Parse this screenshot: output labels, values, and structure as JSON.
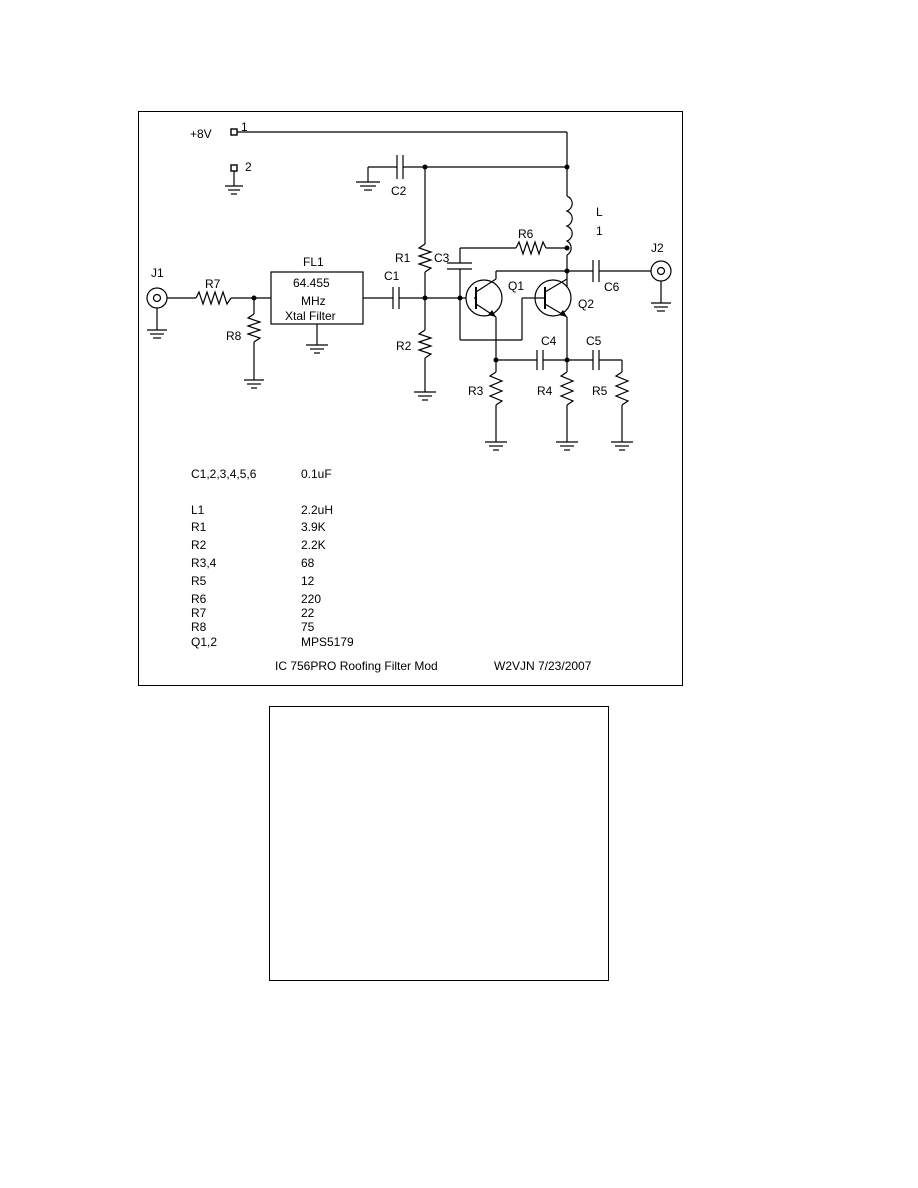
{
  "components": {
    "supply_label": "+8V",
    "pin1": "1",
    "pin2": "2",
    "C2": "C2",
    "L": "L",
    "L_num": "1",
    "R6": "R6",
    "R1": "R1",
    "C3": "C3",
    "J1": "J1",
    "J2": "J2",
    "R7": "R7",
    "FL1": "FL1",
    "fl_line1": "64.455",
    "fl_line2": "MHz",
    "fl_line3": "Xtal Filter",
    "C1": "C1",
    "Q1": "Q1",
    "Q2": "Q2",
    "C6": "C6",
    "R8": "R8",
    "R2": "R2",
    "C4": "C4",
    "C5": "C5",
    "R3": "R3",
    "R4": "R4",
    "R5": "R5"
  },
  "parts_list": [
    {
      "ref": "C1,2,3,4,5,6",
      "value": "0.1uF"
    },
    {
      "ref": "L1",
      "value": "2.2uH"
    },
    {
      "ref": "R1",
      "value": "3.9K"
    },
    {
      "ref": "R2",
      "value": "2.2K"
    },
    {
      "ref": "R3,4",
      "value": "68"
    },
    {
      "ref": "R5",
      "value": "12"
    },
    {
      "ref": "R6",
      "value": "220"
    },
    {
      "ref": "R7",
      "value": "22"
    },
    {
      "ref": "R8",
      "value": "75"
    },
    {
      "ref": "Q1,2",
      "value": "MPS5179"
    }
  ],
  "caption": {
    "title": "IC 756PRO Roofing Filter Mod",
    "author": "W2VJN 7/23/2007"
  }
}
